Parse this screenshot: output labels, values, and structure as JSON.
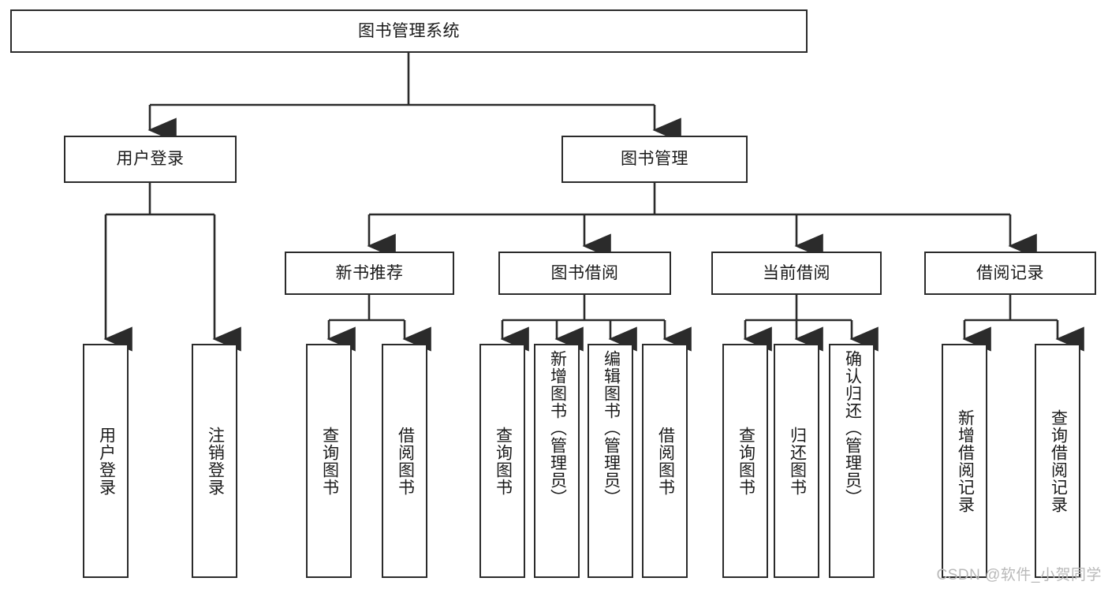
{
  "diagram": {
    "type": "tree-hierarchy",
    "title": "图书管理系统",
    "root": {
      "id": "root",
      "label": "图书管理系统"
    },
    "level2": [
      {
        "id": "user-login",
        "label": "用户登录"
      },
      {
        "id": "book-manage",
        "label": "图书管理"
      }
    ],
    "level3": [
      {
        "id": "new-book-rec",
        "label": "新书推荐",
        "parent": "book-manage"
      },
      {
        "id": "book-borrow",
        "label": "图书借阅",
        "parent": "book-manage"
      },
      {
        "id": "current-borrow",
        "label": "当前借阅",
        "parent": "book-manage"
      },
      {
        "id": "borrow-record",
        "label": "借阅记录",
        "parent": "book-manage"
      }
    ],
    "leaves": [
      {
        "id": "leaf-user-login",
        "label": "用户登录",
        "parent": "user-login"
      },
      {
        "id": "leaf-user-logout",
        "label": "注销登录",
        "parent": "user-login"
      },
      {
        "id": "leaf-rec-query",
        "label": "查询图书",
        "parent": "new-book-rec"
      },
      {
        "id": "leaf-rec-borrow",
        "label": "借阅图书",
        "parent": "new-book-rec"
      },
      {
        "id": "leaf-borrow-query",
        "label": "查询图书",
        "parent": "book-borrow"
      },
      {
        "id": "leaf-borrow-add",
        "label": "新增图书（管理员）",
        "parent": "book-borrow"
      },
      {
        "id": "leaf-borrow-edit",
        "label": "编辑图书（管理员）",
        "parent": "book-borrow"
      },
      {
        "id": "leaf-borrow-lend",
        "label": "借阅图书",
        "parent": "book-borrow"
      },
      {
        "id": "leaf-cur-query",
        "label": "查询图书",
        "parent": "current-borrow"
      },
      {
        "id": "leaf-cur-return",
        "label": "归还图书",
        "parent": "current-borrow"
      },
      {
        "id": "leaf-cur-confirm",
        "label": "确认归还（管理员）",
        "parent": "current-borrow"
      },
      {
        "id": "leaf-rec-add",
        "label": "新增借阅记录",
        "parent": "borrow-record"
      },
      {
        "id": "leaf-rec-query2",
        "label": "查询借阅记录",
        "parent": "borrow-record"
      }
    ],
    "watermark": "CSDN @软件_小贺同学",
    "colors": {
      "stroke": "#2b2b2b",
      "fill": "#ffffff",
      "text": "#1a1a1a",
      "watermark": "#b9b9b9"
    }
  }
}
